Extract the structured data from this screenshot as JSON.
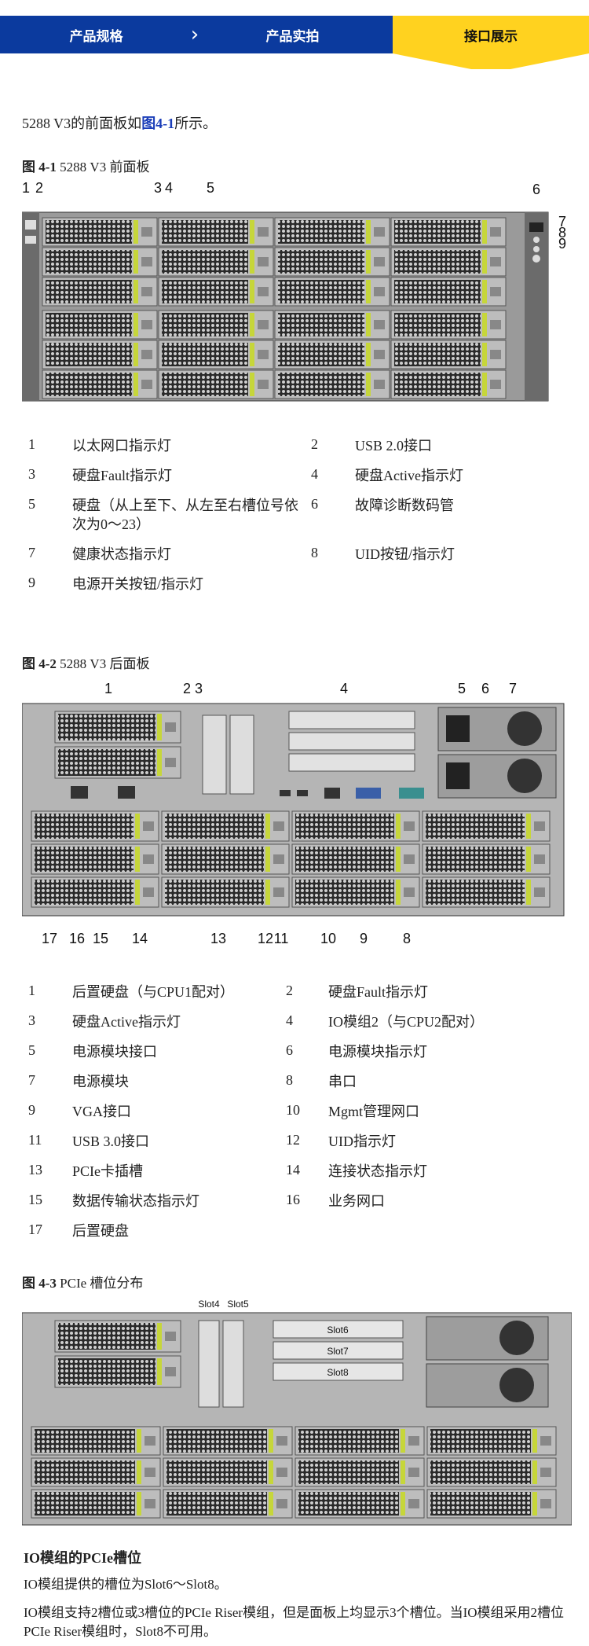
{
  "tabs": [
    {
      "label": "产品规格"
    },
    {
      "label": "产品实拍"
    },
    {
      "label": "接口展示"
    }
  ],
  "colors": {
    "tab_blue": "#0b3a9e",
    "tab_active": "#ffd21f",
    "link": "#1a3db8"
  },
  "intro": {
    "prefix": "5288 V3的前面板如",
    "link": "图4-1",
    "suffix": "所示。"
  },
  "fig1": {
    "caption_num": "图 4-1",
    "caption_text": " 5288 V3 前面板",
    "callouts": [
      "1",
      "2",
      "3",
      "4",
      "5",
      "6",
      "7",
      "8",
      "9"
    ],
    "legend": [
      {
        "n": "1",
        "t": "以太网口指示灯"
      },
      {
        "n": "2",
        "t": "USB 2.0接口"
      },
      {
        "n": "3",
        "t": "硬盘Fault指示灯"
      },
      {
        "n": "4",
        "t": "硬盘Active指示灯"
      },
      {
        "n": "5",
        "t": "硬盘（从上至下、从左至右槽位号依次为0～23）"
      },
      {
        "n": "6",
        "t": "故障诊断数码管"
      },
      {
        "n": "7",
        "t": "健康状态指示灯"
      },
      {
        "n": "8",
        "t": "UID按钮/指示灯"
      },
      {
        "n": "9",
        "t": "电源开关按钮/指示灯"
      }
    ]
  },
  "fig2": {
    "caption_num": "图 4-2",
    "caption_text": " 5288 V3 后面板",
    "callouts_top": [
      "1",
      "2",
      "3",
      "4",
      "5",
      "6",
      "7"
    ],
    "callouts_bottom": [
      "17",
      "16",
      "15",
      "14",
      "13",
      "12",
      "11",
      "10",
      "9",
      "8"
    ],
    "legend": [
      {
        "n": "1",
        "t": "后置硬盘（与CPU1配对）"
      },
      {
        "n": "2",
        "t": "硬盘Fault指示灯"
      },
      {
        "n": "3",
        "t": "硬盘Active指示灯"
      },
      {
        "n": "4",
        "t": "IO模组2（与CPU2配对）"
      },
      {
        "n": "5",
        "t": "电源模块接口"
      },
      {
        "n": "6",
        "t": "电源模块指示灯"
      },
      {
        "n": "7",
        "t": "电源模块"
      },
      {
        "n": "8",
        "t": "串口"
      },
      {
        "n": "9",
        "t": "VGA接口"
      },
      {
        "n": "10",
        "t": "Mgmt管理网口"
      },
      {
        "n": "11",
        "t": "USB 3.0接口"
      },
      {
        "n": "12",
        "t": "UID指示灯"
      },
      {
        "n": "13",
        "t": "PCIe卡插槽"
      },
      {
        "n": "14",
        "t": "连接状态指示灯"
      },
      {
        "n": "15",
        "t": "数据传输状态指示灯"
      },
      {
        "n": "16",
        "t": "业务网口"
      },
      {
        "n": "17",
        "t": "后置硬盘"
      }
    ]
  },
  "fig3": {
    "caption_num": "图 4-3",
    "caption_text": " PCIe 槽位分布",
    "slot_labels": [
      "Slot4",
      "Slot5",
      "Slot6",
      "Slot7",
      "Slot8"
    ]
  },
  "section": {
    "title": "IO模组的PCIe槽位",
    "p1": "IO模组提供的槽位为Slot6～Slot8。",
    "p2": "IO模组支持2槽位或3槽位的PCIe Riser模组，但是面板上均显示3个槽位。当IO模组采用2槽位PCIe Riser模组时，Slot8不可用。"
  }
}
